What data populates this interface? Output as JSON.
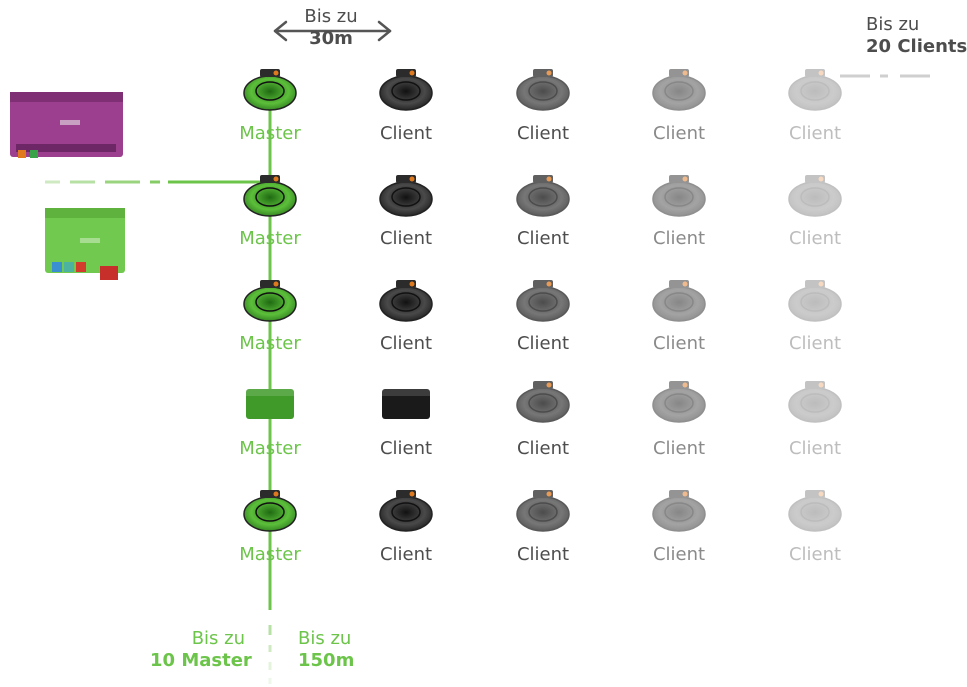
{
  "top_distance": {
    "line1": "Bis zu",
    "line2": "30m"
  },
  "top_right": {
    "line1": "Bis zu",
    "line2": "20 Clients"
  },
  "bottom_left": {
    "line1": "Bis zu",
    "line2": "10 Master"
  },
  "bottom_mid": {
    "line1": "Bis zu",
    "line2": "150m"
  },
  "rows": [
    {
      "master": "Master",
      "clients": [
        "Client",
        "Client",
        "Client",
        "Client"
      ],
      "type": "ceiling"
    },
    {
      "master": "Master",
      "clients": [
        "Client",
        "Client",
        "Client",
        "Client"
      ],
      "type": "ceiling"
    },
    {
      "master": "Master",
      "clients": [
        "Client",
        "Client",
        "Client",
        "Client"
      ],
      "type": "ceiling"
    },
    {
      "master": "Master",
      "clients": [
        "Client",
        "Client",
        "Client",
        "Client"
      ],
      "type": "box"
    },
    {
      "master": "Master",
      "clients": [
        "Client",
        "Client",
        "Client",
        "Client"
      ],
      "type": "ceiling"
    }
  ],
  "colors": {
    "green": "#6cc54a",
    "dark": "#333333",
    "purple": "#9b3f8e",
    "grey": "#888888"
  },
  "icons": {
    "arrow": "double-arrow-icon",
    "speaker": "ceiling-speaker-icon",
    "box": "box-speaker-icon",
    "server": "miniserver-device-icon"
  }
}
